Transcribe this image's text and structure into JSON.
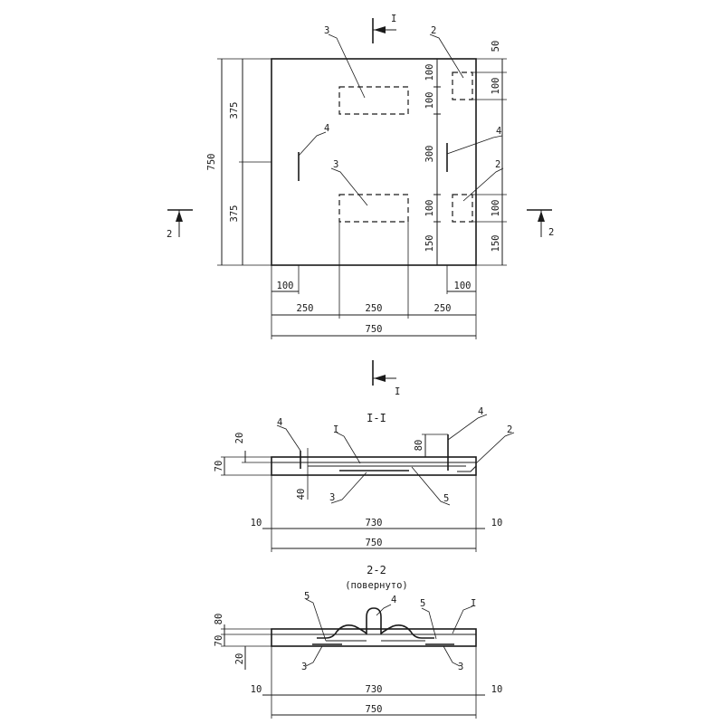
{
  "plan": {
    "height_total": "750",
    "half_upper": "375",
    "half_lower": "375",
    "right_dims": [
      "100",
      "100",
      "300",
      "100",
      "150"
    ],
    "far_right_dims": [
      "50",
      "100",
      "100",
      "150"
    ],
    "bottom_small_left": "100",
    "bottom_small_right": "100",
    "bottom_segments": [
      "250",
      "250",
      "250"
    ],
    "bottom_total": "750",
    "labels": {
      "l2a": "2",
      "l2b": "2",
      "l3a": "3",
      "l3b": "3",
      "l4a": "4",
      "l4b": "4"
    },
    "cut_1": "I",
    "cut_2": "2"
  },
  "section_1": {
    "title": "I-I",
    "dim_left_height": "70",
    "dim_top": "20",
    "dim_40": "40",
    "dim_80": "80",
    "labels": {
      "l4a": "4",
      "l4b": "4",
      "l1": "I",
      "l2": "2",
      "l3": "3",
      "l5": "5"
    },
    "bottom_left": "10",
    "bottom_mid": "730",
    "bottom_right": "10",
    "bottom_total": "750"
  },
  "section_2": {
    "title": "2-2",
    "subtitle": "(повернуто)",
    "dim_left_70": "70",
    "dim_left_80": "80",
    "dim_left_20": "20",
    "labels": {
      "l5a": "5",
      "l5b": "5",
      "l4": "4",
      "l1": "I",
      "l3a": "3",
      "l3b": "3"
    },
    "bottom_left": "10",
    "bottom_mid": "730",
    "bottom_right": "10",
    "bottom_total": "750"
  }
}
